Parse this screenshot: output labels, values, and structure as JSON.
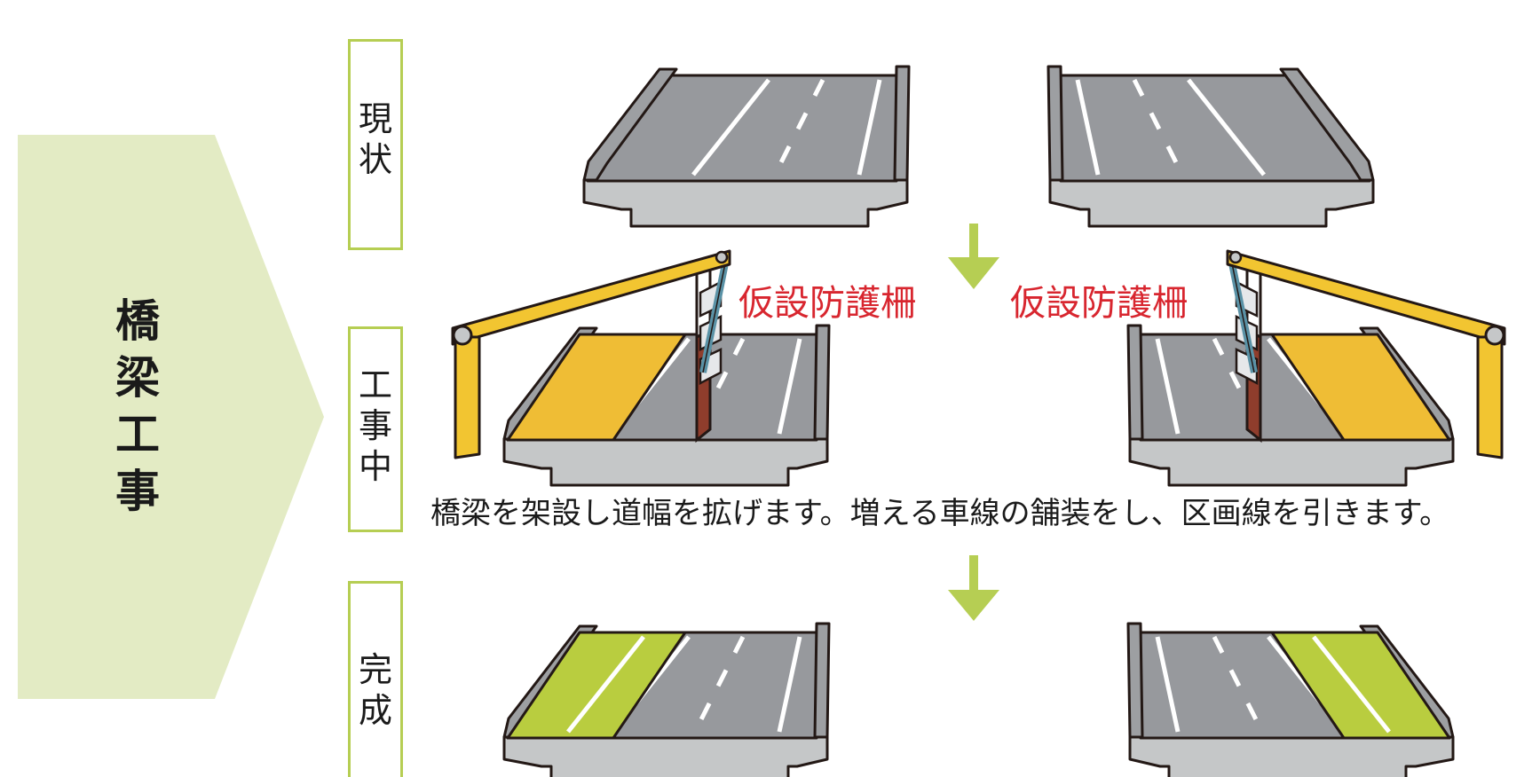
{
  "section": {
    "title_chars": [
      "橋",
      "梁",
      "工",
      "事"
    ]
  },
  "steps": [
    {
      "label_chars": [
        "現",
        "状"
      ]
    },
    {
      "label_chars": [
        "工",
        "事",
        "中"
      ]
    },
    {
      "label_chars": [
        "完",
        "成"
      ]
    }
  ],
  "barrier_label": "仮設防護柵",
  "caption": "橋梁を架設し道幅を拡げます。増える車線の舗装をし、区画線を引きます。",
  "colors": {
    "chevron": "#e3ebc4",
    "border": "#b6ce53",
    "arrow": "#b6ce53",
    "asphalt": "#97999d",
    "new_deck": "#efbd35",
    "new_paving": "#b9cd3f",
    "label_red": "#d8262f",
    "crane": "#f2c531",
    "rail_blue": "#5a92a6"
  }
}
